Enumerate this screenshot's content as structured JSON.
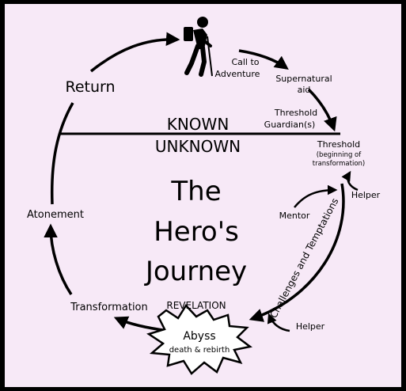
{
  "colors": {
    "background": "#f7e9f7",
    "frame": "#000000",
    "ink": "#000000"
  },
  "title": [
    "The",
    "Hero's",
    "Journey"
  ],
  "divider": {
    "top": "KNOWN",
    "bottom": "UNKNOWN"
  },
  "icons": {
    "hiker": "hiker-icon",
    "burst": "starburst-icon"
  },
  "stages": {
    "call_to_adventure": [
      "Call to",
      "Adventure"
    ],
    "supernatural_aid": [
      "Supernatural",
      "aid"
    ],
    "threshold_guardians": [
      "Threshold",
      "Guardian(s)"
    ],
    "threshold": "Threshold",
    "threshold_note": [
      "(beginning of",
      "transformation)"
    ],
    "helper_top": "Helper",
    "mentor": "Mentor",
    "challenges": "Challenges and Temptations",
    "helper_bottom": "Helper",
    "abyss": "Abyss",
    "abyss_sub": "death & rebirth",
    "revelation": "REVELATION",
    "transformation": "Transformation",
    "atonement": "Atonement",
    "return": "Return"
  }
}
